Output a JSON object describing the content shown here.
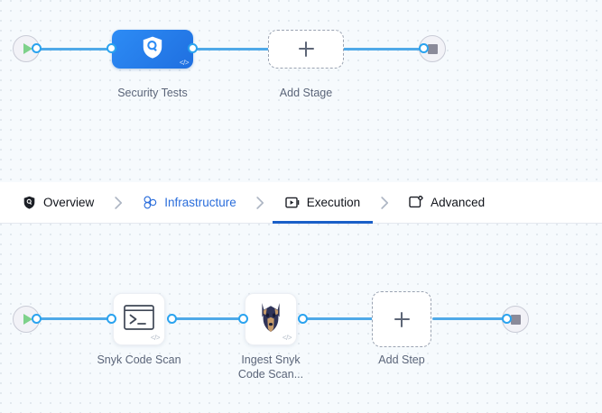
{
  "colors": {
    "edge": "#4fa9e8",
    "port_stroke": "#2aa3ef",
    "stage_node_start": "#2d8cf5",
    "stage_node_end": "#1f6fe0",
    "active_tab_underline": "#1a5fc8",
    "link_tab": "#2a6ddb",
    "canvas_bg": "#f6fafd",
    "grid_dot": "#dbe3ea",
    "play_green": "#7ed18a",
    "stop_gray": "#8a8a99",
    "label_text": "#5b6579"
  },
  "stage_canvas": {
    "name": "pipeline-stage-canvas",
    "start_node": {
      "icon": "play-icon",
      "label": ""
    },
    "end_node": {
      "icon": "stop-icon",
      "label": ""
    },
    "nodes": [
      {
        "id": "security-tests",
        "label": "Security Tests",
        "type": "stage",
        "icon": "shield-search-icon",
        "badge": "</>"
      },
      {
        "id": "add-stage",
        "label": "Add Stage",
        "type": "add",
        "icon": "plus-icon"
      }
    ]
  },
  "tabbar": {
    "name": "pipeline-section-tabs",
    "tabs": [
      {
        "id": "overview",
        "label": "Overview",
        "icon": "shield-icon",
        "state": "default"
      },
      {
        "id": "infrastructure",
        "label": "Infrastructure",
        "icon": "infrastructure-icon",
        "state": "link"
      },
      {
        "id": "execution",
        "label": "Execution",
        "icon": "execution-icon",
        "state": "active"
      },
      {
        "id": "advanced",
        "label": "Advanced",
        "icon": "advanced-icon",
        "state": "default"
      }
    ],
    "separator_icon": "chevron-right-icon"
  },
  "step_canvas": {
    "name": "pipeline-step-canvas",
    "start_node": {
      "icon": "play-icon",
      "label": ""
    },
    "end_node": {
      "icon": "stop-icon",
      "label": ""
    },
    "nodes": [
      {
        "id": "snyk-code-scan",
        "label": "Snyk Code Scan",
        "type": "step",
        "icon": "terminal-icon",
        "badge": "</>"
      },
      {
        "id": "ingest-snyk-code-scan",
        "label": "Ingest Snyk\nCode Scan...",
        "type": "step",
        "icon": "snyk-dog-icon",
        "badge": "</>"
      },
      {
        "id": "add-step",
        "label": "Add Step",
        "type": "add",
        "icon": "plus-icon"
      }
    ]
  }
}
